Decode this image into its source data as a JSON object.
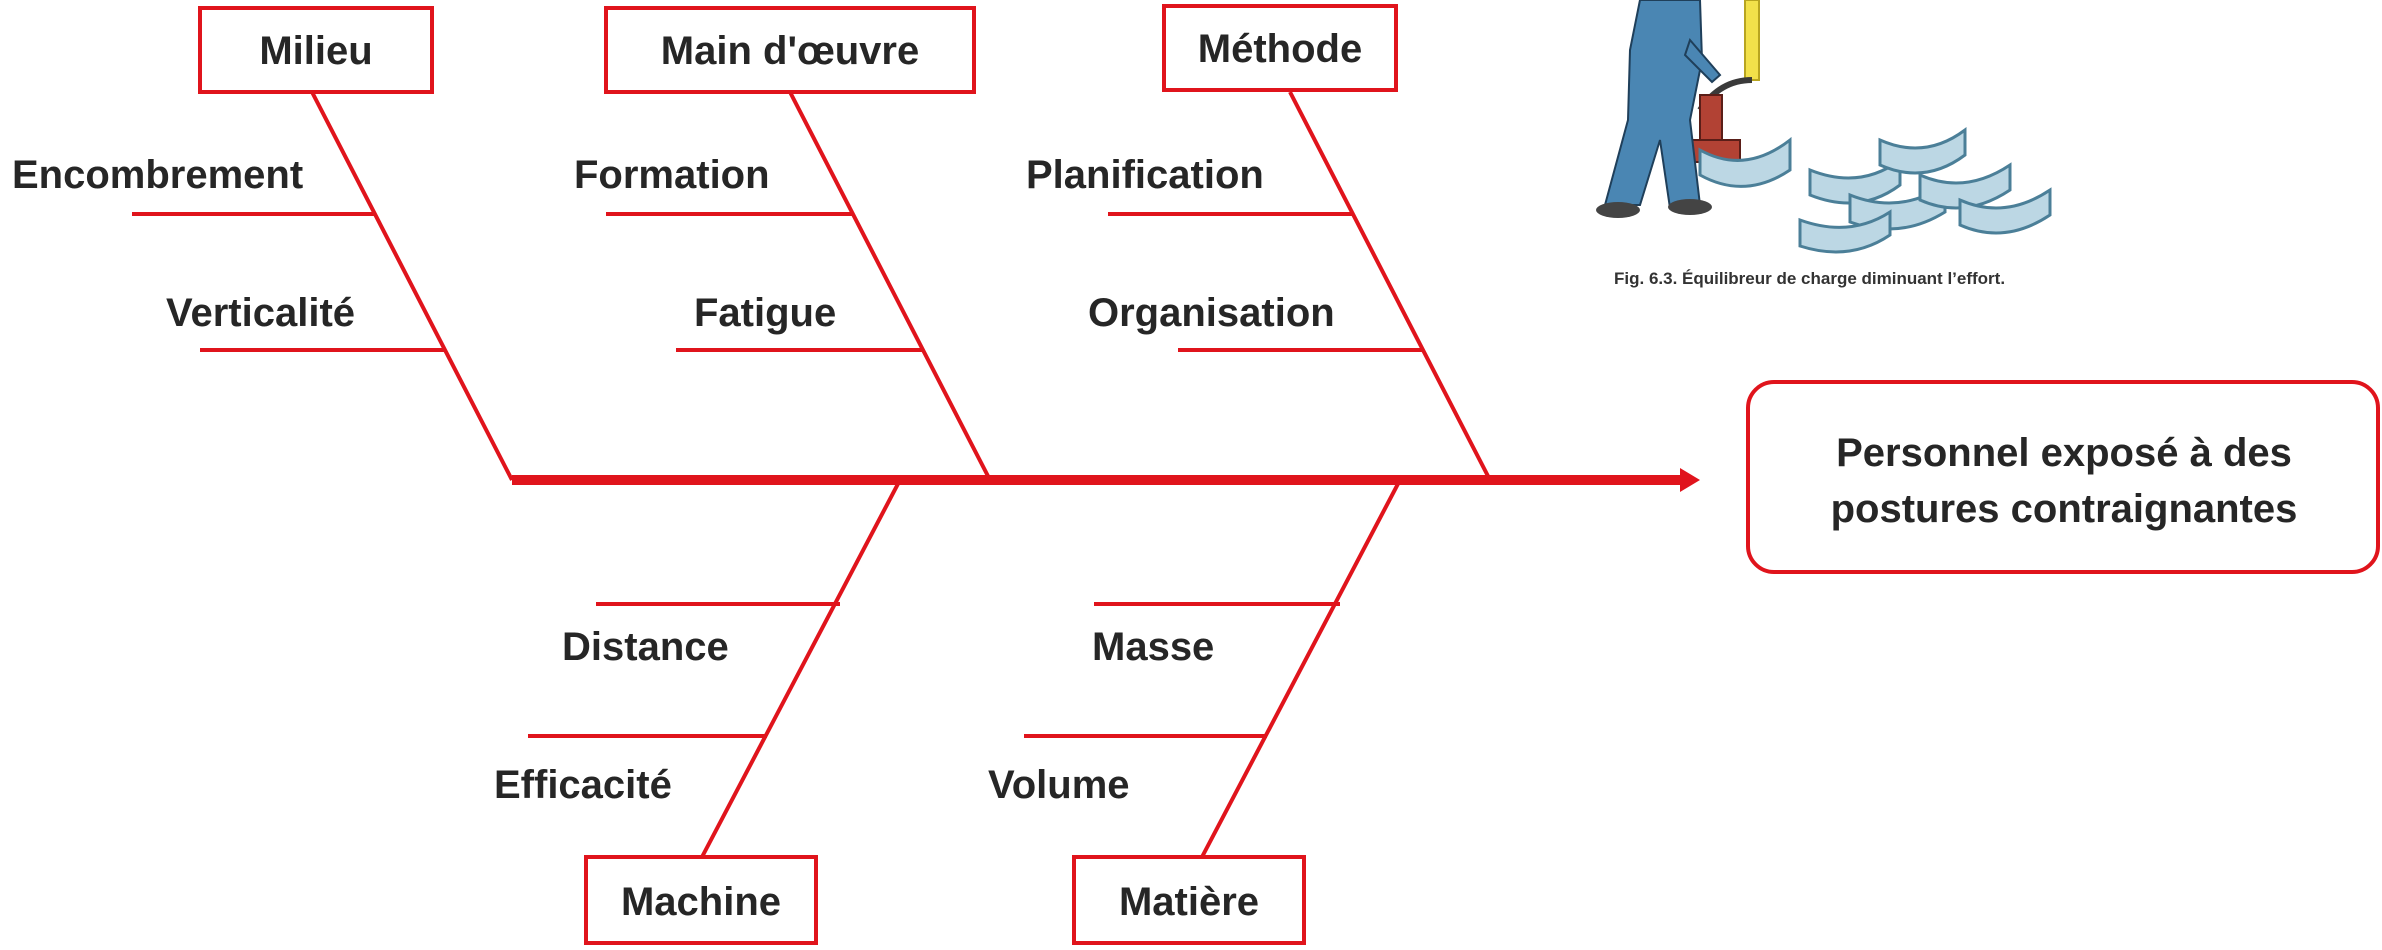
{
  "categories": {
    "milieu": "Milieu",
    "main_oeuvre": "Main d'œuvre",
    "methode": "Méthode",
    "machine": "Machine",
    "matiere": "Matière"
  },
  "causes": {
    "encombrement": "Encombrement",
    "verticalite": "Verticalité",
    "formation": "Formation",
    "fatigue": "Fatigue",
    "planification": "Planification",
    "organisation": "Organisation",
    "distance": "Distance",
    "efficacite": "Efficacité",
    "masse": "Masse",
    "volume": "Volume"
  },
  "effect": {
    "line1": "Personnel exposé à des",
    "line2": "postures contraignantes"
  },
  "figure": {
    "caption": "Fig. 6.3. Équilibreur de charge diminuant l’effort."
  },
  "colors": {
    "accent": "#e0141c",
    "text": "#262626",
    "worker_body": "#4a86b3",
    "load": "#bcd7e4"
  }
}
